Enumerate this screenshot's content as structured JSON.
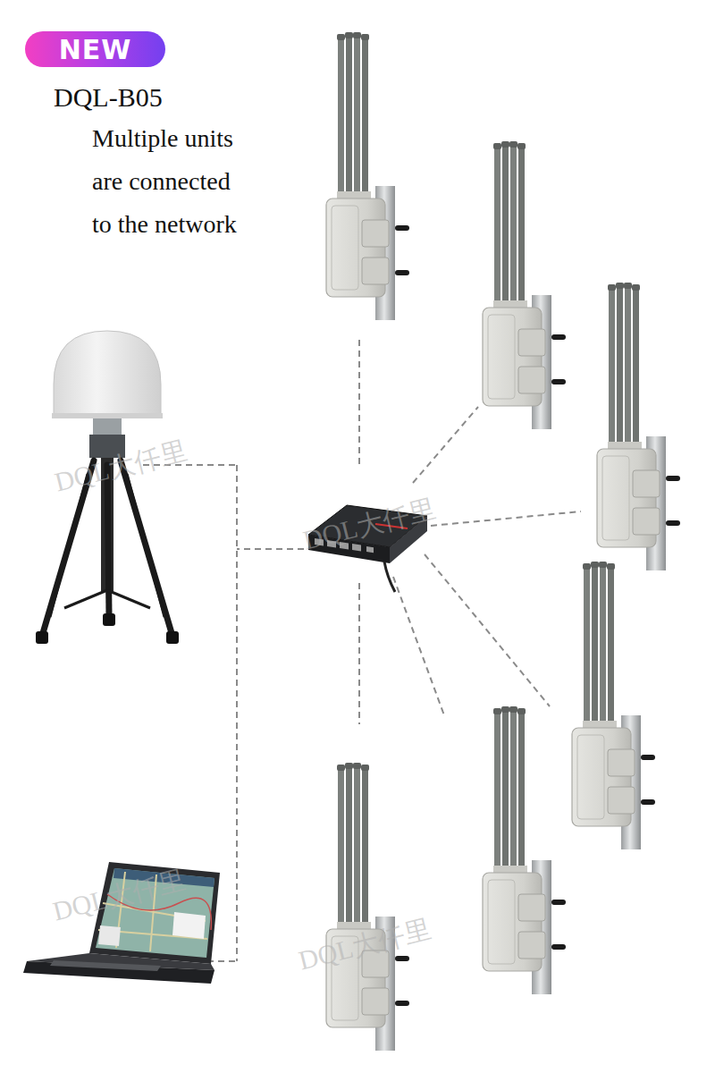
{
  "diagram": {
    "title": "DQL-B05",
    "nodes": [
      {
        "text": [
          "NEW"
        ]
      }
    ],
    "labels": [
      "Multiple units are connected to the network",
      "DQL大仟里",
      "DQL大仟里",
      "DQL大仟里",
      "DQL大仟里"
    ]
  }
}
